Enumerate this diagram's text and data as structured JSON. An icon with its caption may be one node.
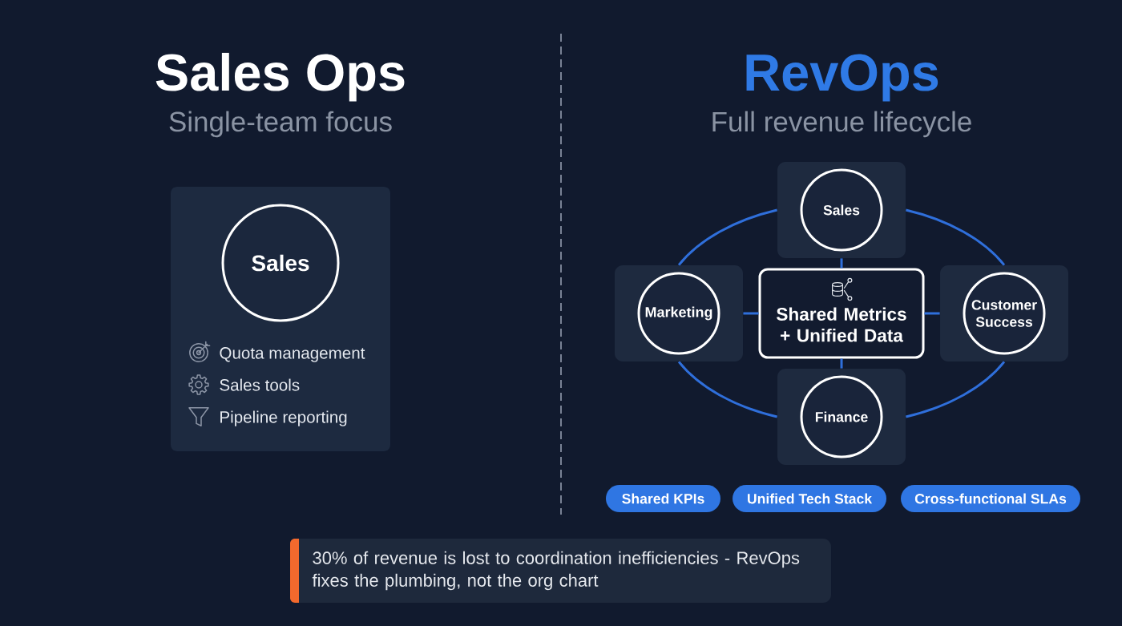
{
  "diagram": {
    "nodes": [
      {
        "text": [
          "Quota management",
          "Sales tools",
          "Pipeline reporting"
        ]
      },
      {
        "text": [
          "Sales"
        ],
        "in": 0
      },
      {
        "text": [],
        "shape": "box"
      },
      {
        "text": [
          "Sales"
        ],
        "in": 2
      },
      {
        "text": [],
        "shape": "box"
      },
      {
        "text": [
          "Marketing"
        ],
        "in": 4
      },
      {
        "text": [
          "Shared Metrics + Unified Data"
        ]
      },
      {
        "text": [],
        "shape": "box"
      },
      {
        "text": [
          "Customer Success"
        ],
        "in": 7
      },
      {
        "text": [],
        "shape": "box"
      },
      {
        "text": [
          "Finance"
        ],
        "in": 9
      },
      {
        "text": [
          "Shared KPIs"
        ]
      },
      {
        "text": [
          "Unified Tech Stack"
        ]
      },
      {
        "text": [
          "Cross-functional SLAs"
        ]
      },
      {
        "text": [
          "30% of revenue is lost to coordination inefficiencies - RevOps fixes the plumbing, not the org chart"
        ]
      }
    ],
    "edges": [
      {
        "from": 6,
        "to": 2,
        "arrow": "none"
      },
      {
        "from": 6,
        "to": 4,
        "arrow": "none"
      },
      {
        "from": 6,
        "to": 7,
        "arrow": "none"
      },
      {
        "from": 6,
        "to": 9,
        "arrow": "none"
      },
      {
        "from": 4,
        "to": 2,
        "arrow": "none"
      },
      {
        "from": 2,
        "to": 7,
        "arrow": "none"
      },
      {
        "from": 7,
        "to": 9,
        "arrow": "none"
      },
      {
        "from": 9,
        "to": 4,
        "arrow": "none"
      }
    ],
    "labels": [
      "Sales Ops",
      "Single-team focus",
      "RevOps",
      "Full revenue lifecycle"
    ]
  }
}
